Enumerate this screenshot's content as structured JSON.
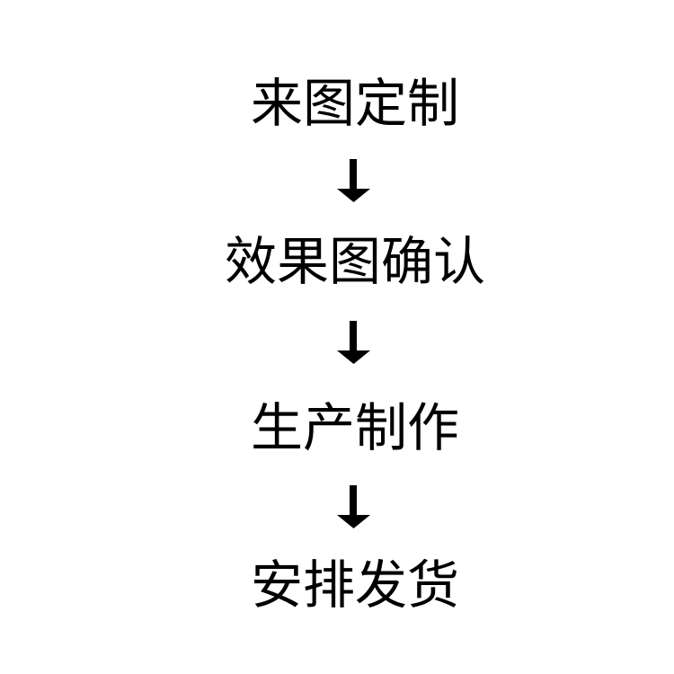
{
  "steps": [
    {
      "label": "来图定制"
    },
    {
      "label": "效果图确认"
    },
    {
      "label": "生产制作"
    },
    {
      "label": "安排发货"
    }
  ],
  "arrow_color": "#000000"
}
